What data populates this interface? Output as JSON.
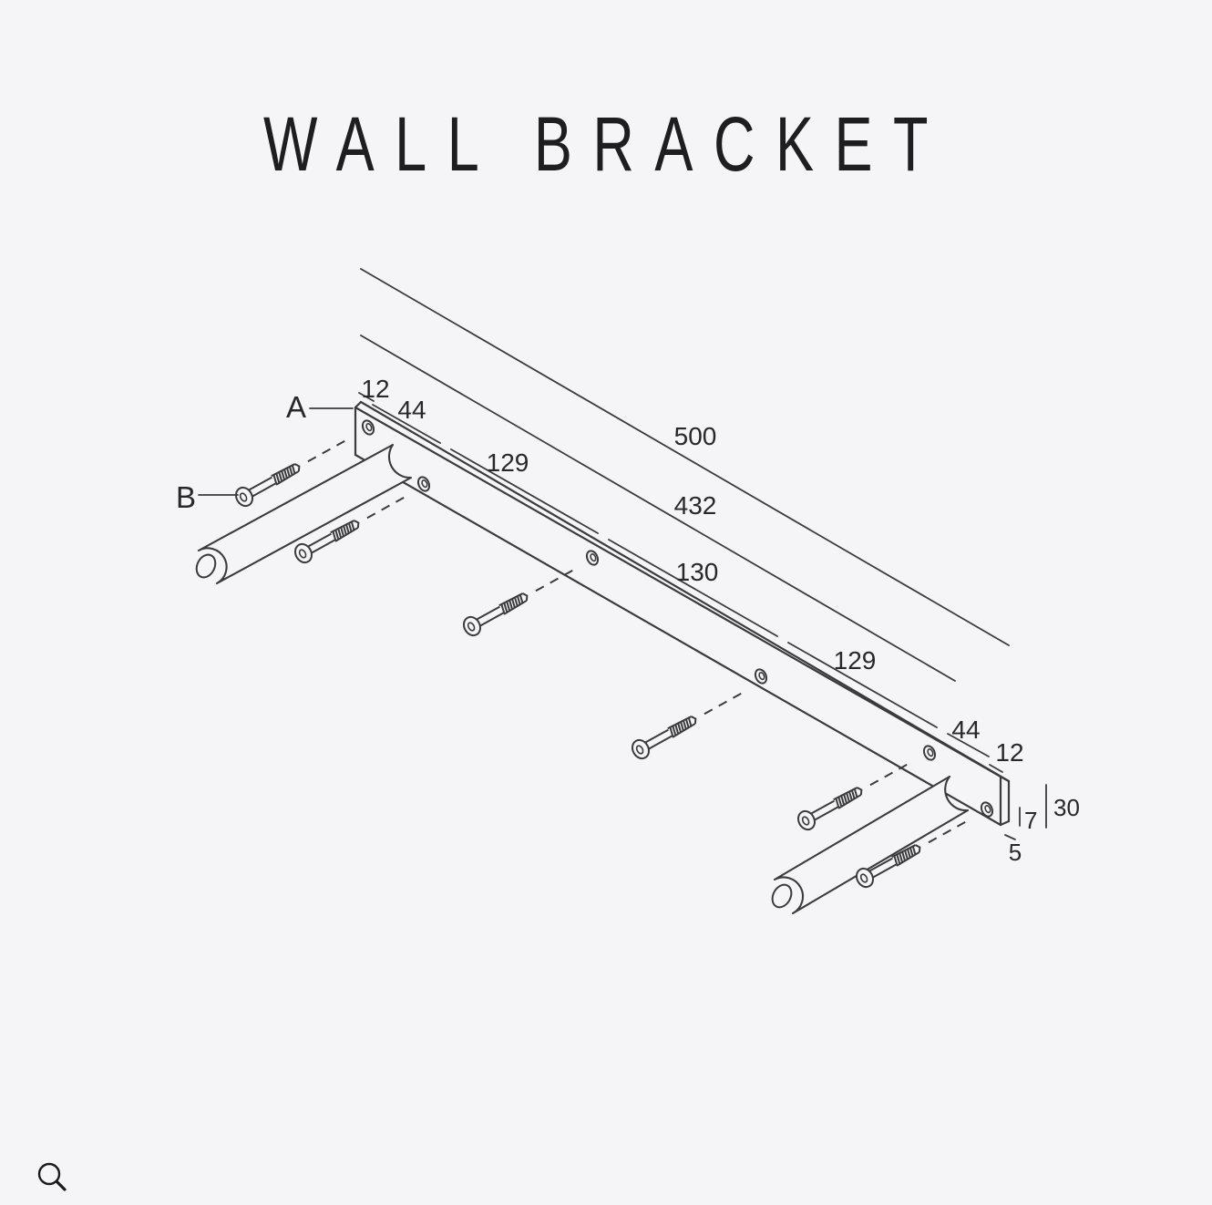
{
  "title": "WALL BRACKET",
  "diagram": {
    "part_labels": {
      "bracket_plate": "A",
      "mounting_screw": "B"
    },
    "dimensions": {
      "overall_length": "500",
      "inner_span": "432",
      "left_end_offset": "12",
      "left_hole_gap": "44",
      "segment_left": "129",
      "segment_middle": "130",
      "segment_right": "129",
      "right_hole_gap": "44",
      "right_end_offset": "12",
      "bracket_height": "30",
      "hole_edge_offset": "7",
      "bar_thickness": "5"
    }
  },
  "controls": {
    "zoom_icon": "magnifier"
  },
  "colors": {
    "background": "#f5f5f7",
    "line": "#3b3b3d",
    "text": "#28282b"
  }
}
